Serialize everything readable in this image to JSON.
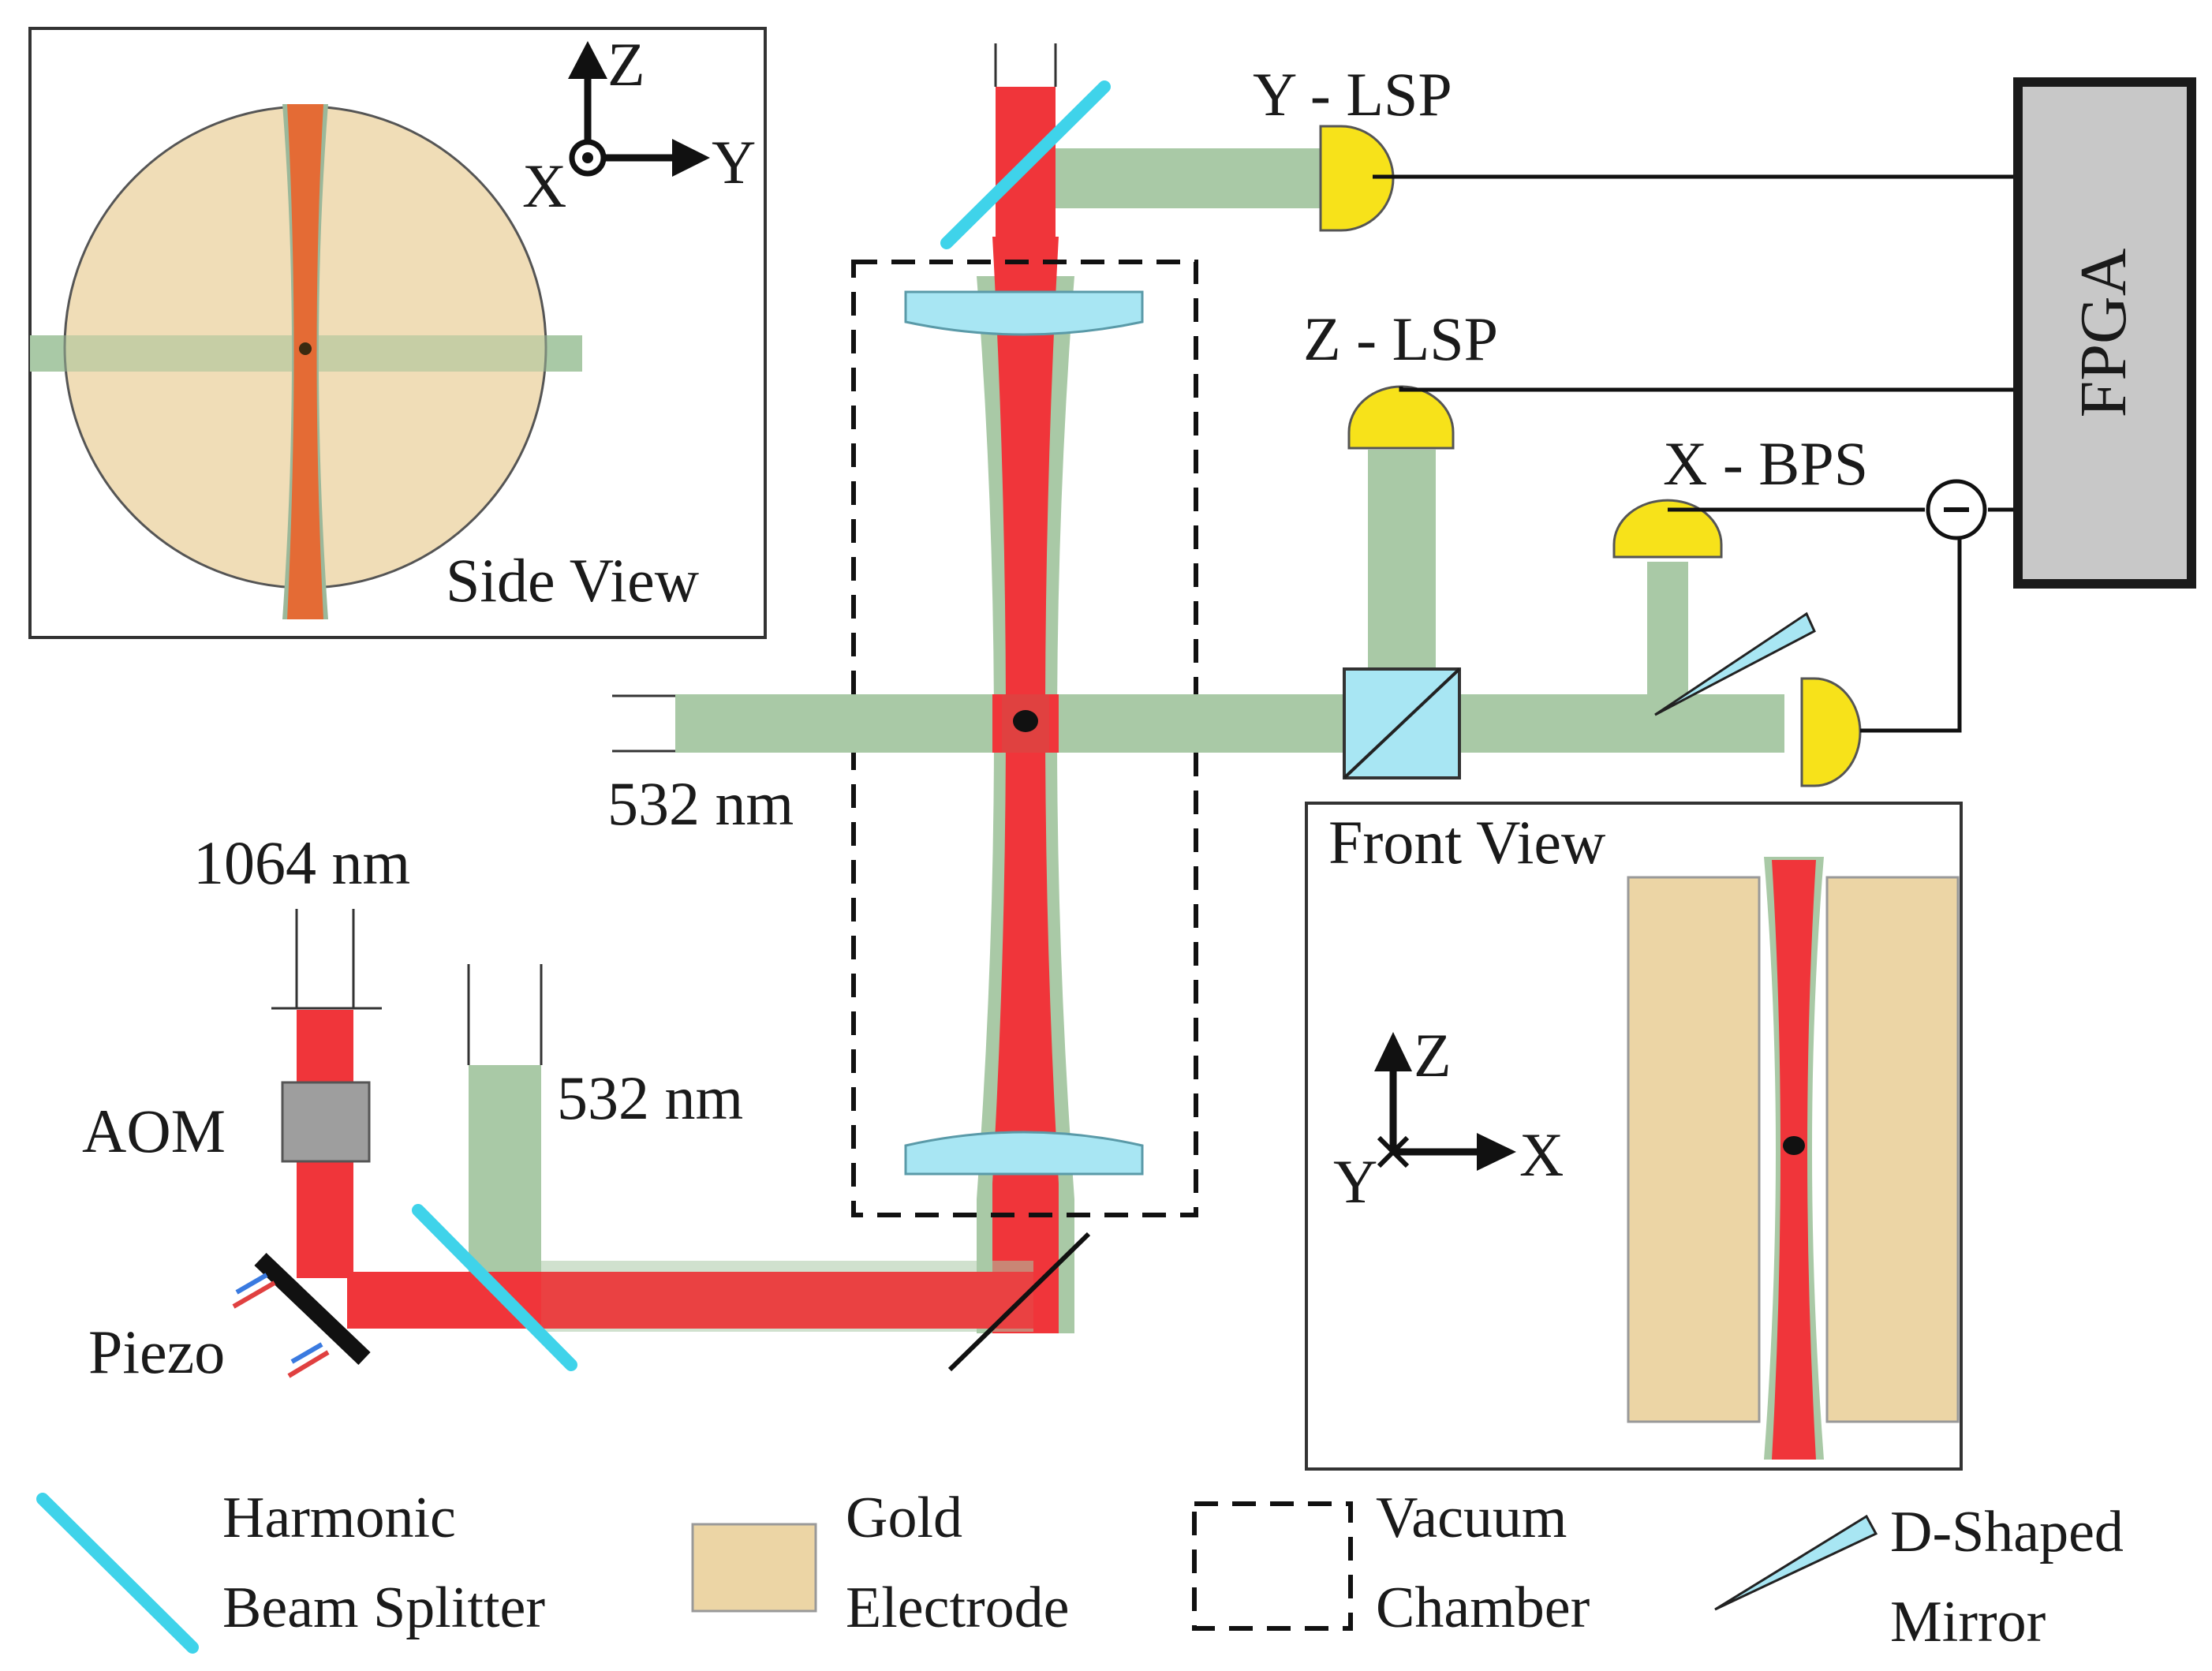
{
  "labels": {
    "y_lsp": "Y - LSP",
    "z_lsp": "Z - LSP",
    "x_bps": "X - BPS",
    "fpga": "FPGA",
    "side_view": "Side View",
    "front_view": "Front View",
    "green_532_top": "532 nm",
    "green_532_bottom": "532 nm",
    "ir_1064": "1064 nm",
    "aom": "AOM",
    "piezo": "Piezo",
    "minus_sign": "−"
  },
  "axes": {
    "side": {
      "x": "X",
      "y": "Y",
      "z": "Z"
    },
    "front": {
      "x": "X",
      "y": "Y",
      "z": "Z"
    }
  },
  "legend": {
    "beam_splitter": [
      "Harmonic",
      "Beam Splitter"
    ],
    "gold_electrode": [
      "Gold",
      "Electrode"
    ],
    "vacuum_chamber": [
      "Vacuum",
      "Chamber"
    ],
    "d_mirror": [
      "D-Shaped",
      "Mirror"
    ]
  },
  "colors": {
    "ir_beam": "#f0353a",
    "green_beam": "#a9c9a6",
    "lens": "#a8e6f3",
    "beam_splitter": "#3fd3ea",
    "detector": "#f7e21a",
    "gold": "#ecd5a5",
    "fpga_box": "#c8c8c8",
    "aom_box": "#9e9e9e"
  }
}
